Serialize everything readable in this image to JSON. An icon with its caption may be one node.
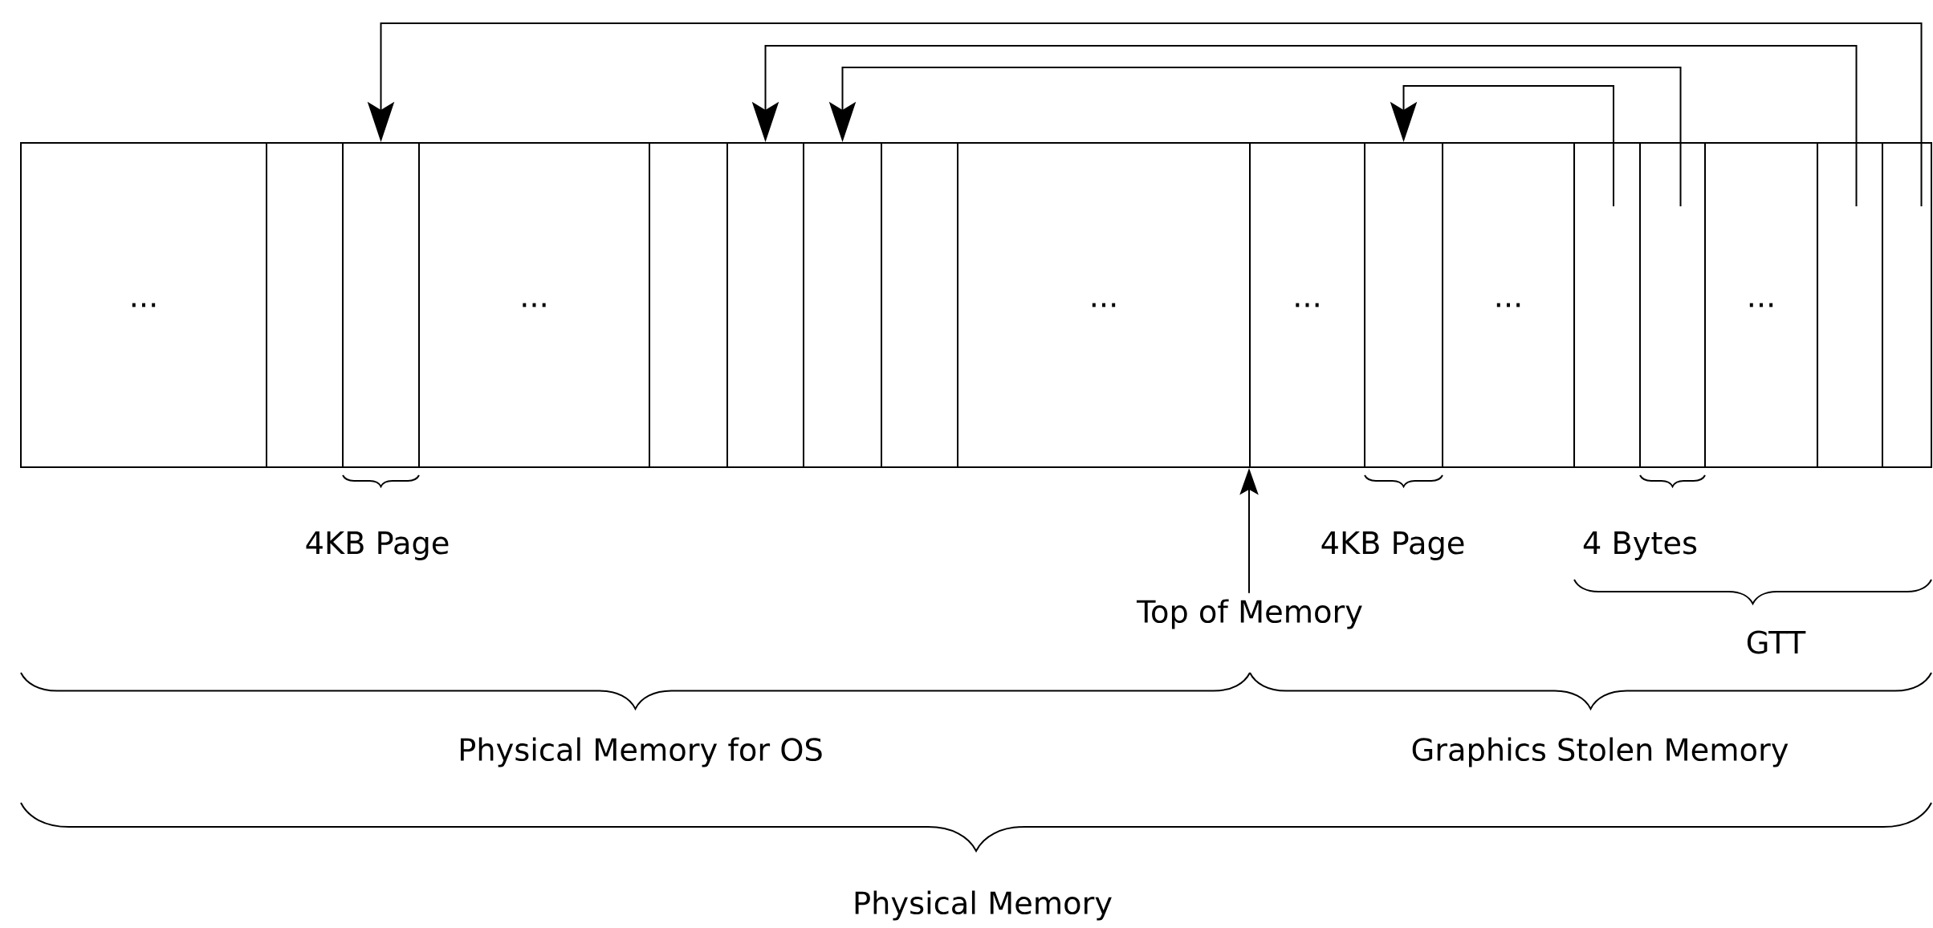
{
  "diagram": {
    "nodes": [
      {
        "text": [
          "..."
        ]
      },
      {
        "text": [],
        "shape": "box"
      },
      {
        "text": [],
        "shape": "box"
      },
      {
        "text": [
          "..."
        ]
      },
      {
        "text": [],
        "shape": "box"
      },
      {
        "text": [],
        "shape": "box"
      },
      {
        "text": [],
        "shape": "box"
      },
      {
        "text": [],
        "shape": "box"
      },
      {
        "text": [
          "..."
        ]
      },
      {
        "text": [
          "..."
        ]
      },
      {
        "text": [],
        "shape": "box"
      },
      {
        "text": [
          "..."
        ]
      },
      {
        "text": [],
        "shape": "box"
      },
      {
        "text": [],
        "shape": "box"
      },
      {
        "text": [
          "..."
        ]
      },
      {
        "text": [],
        "shape": "box"
      },
      {
        "text": [],
        "shape": "box"
      },
      {
        "text": [
          "Top of Memory"
        ]
      }
    ],
    "edges": [
      {
        "from": 12,
        "to": 10,
        "arrow": "to"
      },
      {
        "from": 13,
        "to": 6,
        "arrow": "to"
      },
      {
        "from": 15,
        "to": 5,
        "arrow": "to"
      },
      {
        "from": 16,
        "to": 2,
        "arrow": "to"
      },
      {
        "from": 17,
        "to": 9,
        "arrow": "to"
      }
    ],
    "labels": [
      "4KB Page",
      "4KB Page",
      "4 Bytes",
      "GTT",
      "Physical Memory for OS",
      "Graphics Stolen Memory",
      "Physical Memory"
    ]
  }
}
